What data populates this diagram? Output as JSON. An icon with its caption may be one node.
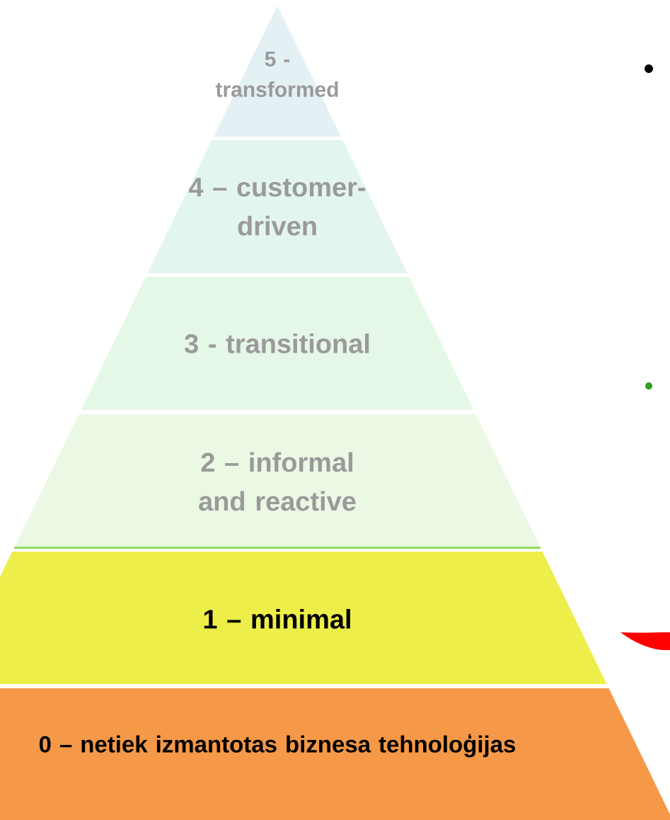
{
  "diagram": {
    "nodes": [
      {
        "text": [
          "5 - transformed"
        ]
      },
      {
        "text": [
          "4 – customer-driven"
        ]
      },
      {
        "text": [
          "3 - transitional"
        ]
      },
      {
        "text": [
          "2 – informal and reactive"
        ]
      },
      {
        "text": [
          "1 – minimal"
        ]
      },
      {
        "text": [
          "0 – netiek izmantotas biznesa tehnoloģijas"
        ]
      }
    ]
  }
}
